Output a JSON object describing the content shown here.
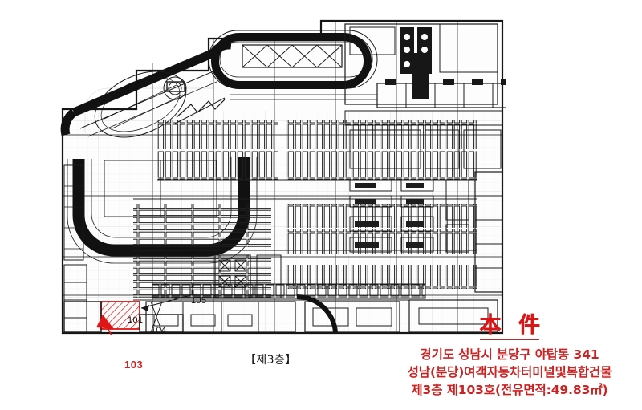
{
  "document": {
    "type": "building-floor-plan",
    "background_color": "#ffffff"
  },
  "floor_plan": {
    "caption": "【제3층】",
    "description": "parking-garage-and-retail-floor-plan",
    "ink_color": "#1a1a1a",
    "highlight_color": "#e01515",
    "highlighted_unit": "103",
    "unit_labels": [
      {
        "id": "101",
        "text": "101"
      },
      {
        "id": "104",
        "text": "104"
      },
      {
        "id": "105",
        "text": "105"
      },
      {
        "id": "103",
        "text": "103"
      }
    ]
  },
  "annotation": {
    "title": "本 件",
    "accent_color": "#cc2121",
    "lines": [
      "경기도 성남시 분당구 야탑동 341",
      "성남(분당)여객자동차터미널및복합건물",
      "제3층 제103호(전유면적:49.83㎡)"
    ]
  }
}
